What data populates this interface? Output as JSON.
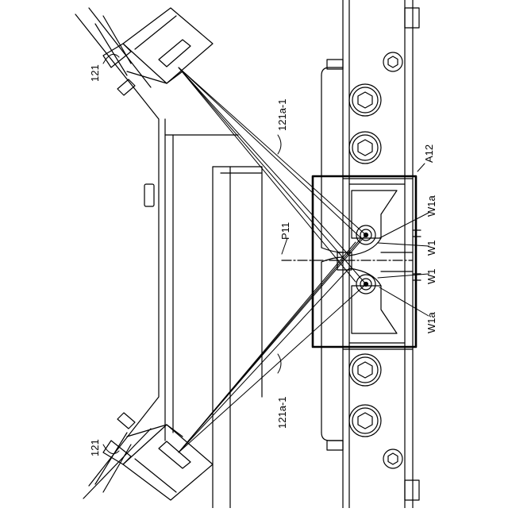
{
  "figure": {
    "labels": {
      "ref_121_top": "121",
      "ref_121_bottom": "121",
      "ref_121a_1_top": "121a-1",
      "ref_121a_1_bottom": "121a-1",
      "ref_A12": "A12",
      "ref_P11": "P11",
      "ref_W1a_top": "W1a",
      "ref_W1_top": "W1",
      "ref_W1_bottom": "W1",
      "ref_W1a_bottom": "W1a"
    }
  },
  "colors": {
    "line": "#000000",
    "background": "#ffffff"
  }
}
